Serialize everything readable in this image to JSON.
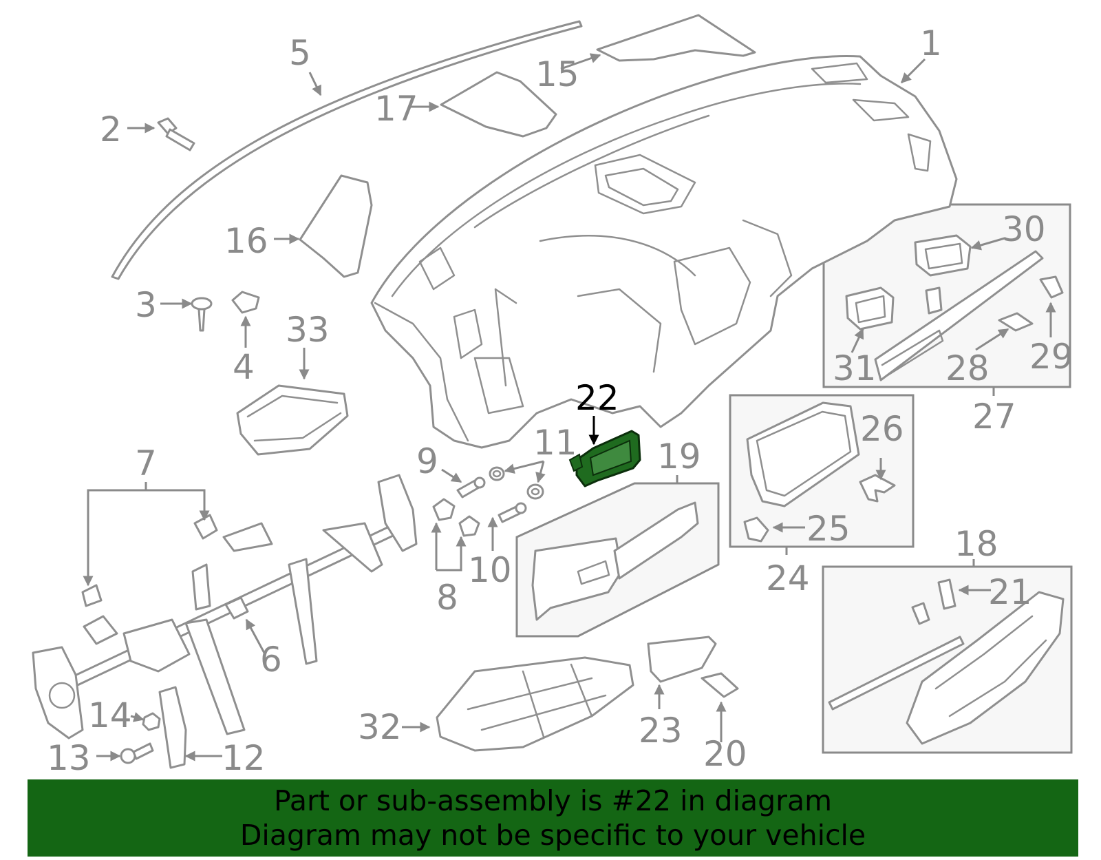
{
  "colors": {
    "banner_background": "#146614",
    "highlight_part": "#1f6b1f",
    "line_art": "#8f8f8f",
    "label_text": "#8a8a8a",
    "highlight_label": "#000000"
  },
  "highlighted_part": "22",
  "callouts": [
    {
      "id": "1",
      "text": "1",
      "highlight": false
    },
    {
      "id": "2",
      "text": "2",
      "highlight": false
    },
    {
      "id": "3",
      "text": "3",
      "highlight": false
    },
    {
      "id": "4",
      "text": "4",
      "highlight": false
    },
    {
      "id": "5",
      "text": "5",
      "highlight": false
    },
    {
      "id": "6",
      "text": "6",
      "highlight": false
    },
    {
      "id": "7",
      "text": "7",
      "highlight": false
    },
    {
      "id": "8",
      "text": "8",
      "highlight": false
    },
    {
      "id": "9",
      "text": "9",
      "highlight": false
    },
    {
      "id": "10",
      "text": "10",
      "highlight": false
    },
    {
      "id": "11",
      "text": "11",
      "highlight": false
    },
    {
      "id": "12",
      "text": "12",
      "highlight": false
    },
    {
      "id": "13",
      "text": "13",
      "highlight": false
    },
    {
      "id": "14",
      "text": "14",
      "highlight": false
    },
    {
      "id": "15",
      "text": "15",
      "highlight": false
    },
    {
      "id": "16",
      "text": "16",
      "highlight": false
    },
    {
      "id": "17",
      "text": "17",
      "highlight": false
    },
    {
      "id": "18",
      "text": "18",
      "highlight": false
    },
    {
      "id": "19",
      "text": "19",
      "highlight": false
    },
    {
      "id": "20",
      "text": "20",
      "highlight": false
    },
    {
      "id": "21",
      "text": "21",
      "highlight": false
    },
    {
      "id": "22",
      "text": "22",
      "highlight": true
    },
    {
      "id": "23",
      "text": "23",
      "highlight": false
    },
    {
      "id": "24",
      "text": "24",
      "highlight": false
    },
    {
      "id": "25",
      "text": "25",
      "highlight": false
    },
    {
      "id": "26",
      "text": "26",
      "highlight": false
    },
    {
      "id": "27",
      "text": "27",
      "highlight": false
    },
    {
      "id": "28",
      "text": "28",
      "highlight": false
    },
    {
      "id": "29",
      "text": "29",
      "highlight": false
    },
    {
      "id": "30",
      "text": "30",
      "highlight": false
    },
    {
      "id": "31",
      "text": "31",
      "highlight": false
    },
    {
      "id": "32",
      "text": "32",
      "highlight": false
    },
    {
      "id": "33",
      "text": "33",
      "highlight": false
    }
  ],
  "banner": {
    "line1": "Part or sub-assembly is #22 in diagram",
    "line2": "Diagram may not be specific to your vehicle"
  }
}
